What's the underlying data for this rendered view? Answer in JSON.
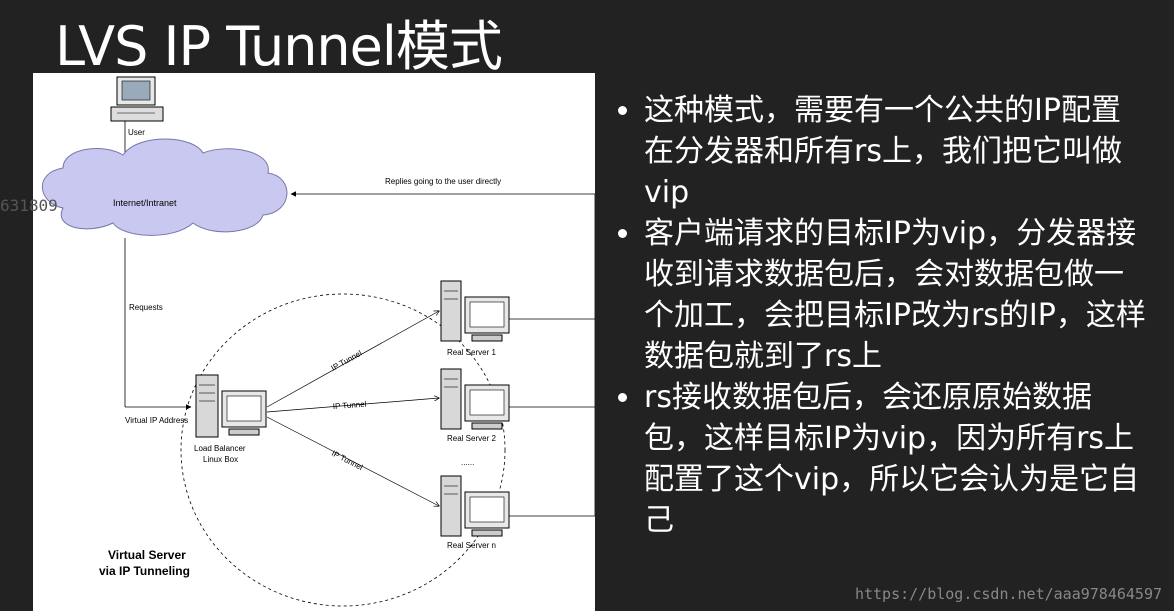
{
  "title": "LVS IP Tunnel模式",
  "diagram": {
    "user_label": "User",
    "cloud_label": "Internet/Intranet",
    "replies_label": "Replies going to the user directly",
    "requests_label": "Requests",
    "vip_label": "Virtual IP Address",
    "lb_label_line1": "Load Balancer",
    "lb_label_line2": "Linux Box",
    "tunnel_label": "IP Tunnel",
    "servers": [
      "Real Server 1",
      "Real Server 2",
      "Real Server n"
    ],
    "ellipsis": "......",
    "caption_line1": "Virtual Server",
    "caption_line2": "via IP Tunneling"
  },
  "bullets": [
    "这种模式，需要有一个公共的IP配置在分发器和所有rs上，我们把它叫做vip",
    "客户端请求的目标IP为vip，分发器接收到请求数据包后，会对数据包做一个加工，会把目标IP改为rs的IP，这样数据包就到了rs上",
    "rs接收数据包后，会还原原始数据包，这样目标IP为vip，因为所有rs上配置了这个vip，所以它会认为是它自己"
  ],
  "overlay_number": "631809",
  "watermark": "https://blog.csdn.net/aaa978464597"
}
